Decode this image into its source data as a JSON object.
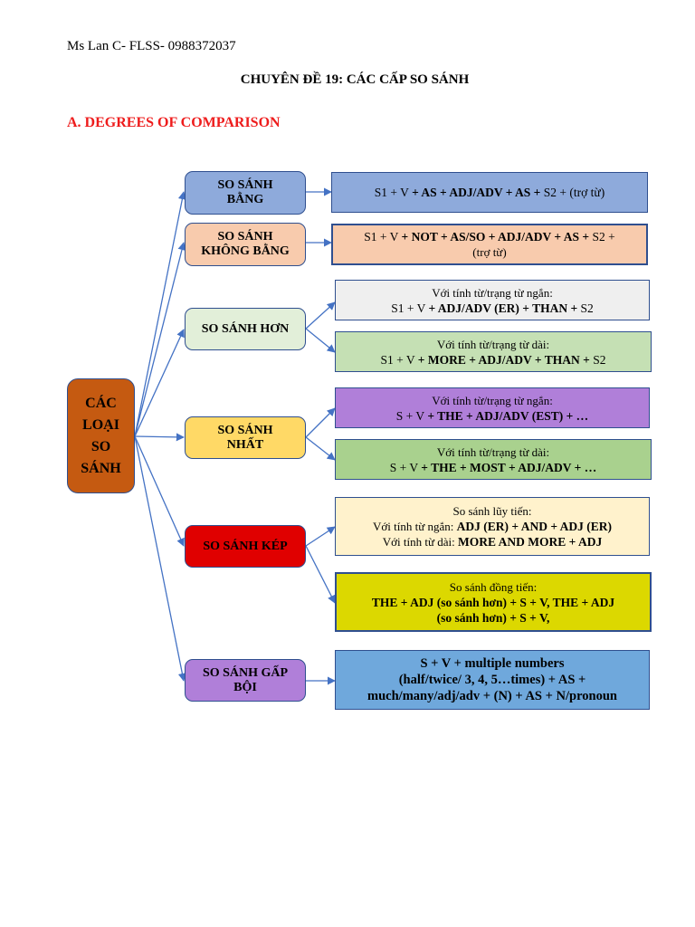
{
  "header": {
    "author_line": "Ms Lan C- FLSS- 0988372037"
  },
  "title": "CHUYÊN ĐỀ 19: CÁC CẤP SO SÁNH",
  "section": "A. DEGREES OF COMPARISON",
  "root": {
    "lines": [
      "CÁC",
      "LOẠI",
      "SO",
      "SÁNH"
    ],
    "color": "#c55a11"
  },
  "categories": [
    {
      "id": "equal",
      "lines": [
        "SO SÁNH",
        "BẰNG"
      ],
      "color": "#8eaadb"
    },
    {
      "id": "not-equal",
      "lines": [
        "SO SÁNH",
        "KHÔNG BẰNG"
      ],
      "color": "#f8cbad"
    },
    {
      "id": "comparative",
      "lines": [
        "SO SÁNH HƠN"
      ],
      "color": "#e2efd9"
    },
    {
      "id": "superlative",
      "lines": [
        "SO SÁNH",
        "NHẤT"
      ],
      "color": "#ffd966"
    },
    {
      "id": "double",
      "lines": [
        "SO SÁNH KÉP"
      ],
      "color": "#e00000"
    },
    {
      "id": "multiple",
      "lines": [
        "SO SÁNH GẤP",
        "BỘI"
      ],
      "color": "#b07fd9"
    }
  ],
  "formulas": {
    "equal": {
      "color": "#8eaadb",
      "p1": "S1 + V ",
      "b1": "+ AS + ADJ/ADV + AS +",
      "p2": " S2 + (trợ từ)"
    },
    "not_equal": {
      "color": "#f8cbad",
      "p1": "S1 + V ",
      "b1": "+ NOT + AS/SO + ADJ/ADV + AS +",
      "p2": " S2 +",
      "line2": "(trợ từ)"
    },
    "comparative_short": {
      "color": "#efefef",
      "label": "Với tính từ/trạng từ ngắn:",
      "p1": "S1 + V ",
      "b1": "+ ADJ/ADV (ER) + THAN +",
      "p2": " S2"
    },
    "comparative_long": {
      "color": "#c5e0b4",
      "label": "Với tính từ/trạng từ dài:",
      "p1": "S1 + V ",
      "b1": "+ MORE + ADJ/ADV + THAN +",
      "p2": " S2"
    },
    "superlative_short": {
      "color": "#b07fd9",
      "label": "Với tính từ/trạng từ ngắn:",
      "p1": "S + V ",
      "b1": "+ THE + ADJ/ADV (EST) + …"
    },
    "superlative_long": {
      "color": "#a9d18e",
      "label": "Với tính từ/trạng từ dài:",
      "p1": "S + V ",
      "b1": "+ THE + MOST + ADJ/ADV + …"
    },
    "double_progressive": {
      "color": "#fff2cc",
      "label": "So sánh lũy tiến:",
      "short_label": "Với tính từ ngắn: ",
      "short_formula": "ADJ (ER) + AND + ADJ (ER)",
      "long_label": "Với tính từ dài: ",
      "long_formula": "MORE AND MORE + ADJ"
    },
    "double_parallel": {
      "color": "#dcd800",
      "label": "So sánh đồng tiến:",
      "line1": "THE + ADJ (so sánh hơn) + S + V, THE + ADJ",
      "line2": "(so sánh hơn) + S + V,"
    },
    "multiple": {
      "color": "#6fa8dc",
      "line1": "S + V + multiple numbers",
      "line2": "(half/twice/ 3, 4, 5…times) + AS +",
      "line3": "much/many/adj/adv + (N) + AS + N/pronoun"
    }
  },
  "connector_color": "#4472c4"
}
